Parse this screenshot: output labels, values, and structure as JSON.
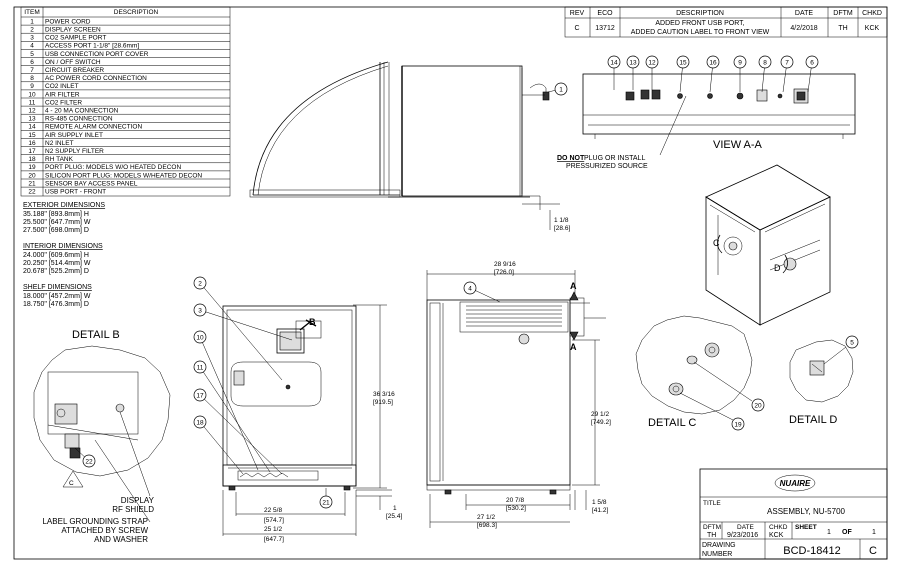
{
  "item_table": {
    "headers": {
      "item": "ITEM",
      "description": "DESCRIPTION"
    },
    "rows": [
      {
        "item": "1",
        "description": "POWER CORD"
      },
      {
        "item": "2",
        "description": "DISPLAY SCREEN"
      },
      {
        "item": "3",
        "description": "CO2 SAMPLE PORT"
      },
      {
        "item": "4",
        "description": "ACCESS PORT 1-1/8\" [28.6mm]"
      },
      {
        "item": "5",
        "description": "USB CONNECTION PORT COVER"
      },
      {
        "item": "6",
        "description": "ON / OFF SWITCH"
      },
      {
        "item": "7",
        "description": "CIRCUIT BREAKER"
      },
      {
        "item": "8",
        "description": "AC POWER CORD CONNECTION"
      },
      {
        "item": "9",
        "description": "CO2 INLET"
      },
      {
        "item": "10",
        "description": "AIR FILTER"
      },
      {
        "item": "11",
        "description": "CO2 FILTER"
      },
      {
        "item": "12",
        "description": "4 - 20 MA CONNECTION"
      },
      {
        "item": "13",
        "description": "RS-485 CONNECTION"
      },
      {
        "item": "14",
        "description": "REMOTE ALARM CONNECTION"
      },
      {
        "item": "15",
        "description": "AIR SUPPLY INLET"
      },
      {
        "item": "16",
        "description": "N2 INLET"
      },
      {
        "item": "17",
        "description": "N2 SUPPLY FILTER"
      },
      {
        "item": "18",
        "description": "RH TANK"
      },
      {
        "item": "19",
        "description": "PORT PLUG: MODELS W/O HEATED DECON"
      },
      {
        "item": "20",
        "description": "SILICON PORT PLUG: MODELS W/HEATED DECON"
      },
      {
        "item": "21",
        "description": "SENSOR BAY ACCESS PANEL"
      },
      {
        "item": "22",
        "description": "USB PORT - FRONT"
      }
    ]
  },
  "dimensions": {
    "exterior": {
      "title": "EXTERIOR DIMENSIONS",
      "lines": [
        "35.188\" [893.8mm] H",
        "25.500\" [647.7mm] W",
        "27.500\" [698.0mm] D"
      ]
    },
    "interior": {
      "title": "INTERIOR DIMENSIONS",
      "lines": [
        "24.000\" [609.6mm] H",
        "20.250\" [514.4mm] W",
        "20.678\" [525.2mm] D"
      ]
    },
    "shelf": {
      "title": "SHELF DIMENSIONS",
      "lines": [
        "18.000\" [457.2mm] W",
        "18.750\" [476.3mm] D"
      ]
    }
  },
  "revision_table": {
    "headers": {
      "rev": "REV",
      "eco": "ECO",
      "description": "DESCRIPTION",
      "date": "DATE",
      "dftm": "DFTM",
      "chkd": "CHKD"
    },
    "row": {
      "rev": "C",
      "eco": "13712",
      "description_line1": "ADDED FRONT USB PORT,",
      "description_line2": "ADDED CAUTION LABEL TO FRONT VIEW",
      "date": "4/2/2018",
      "dftm": "TH",
      "chkd": "KCK"
    }
  },
  "views": {
    "view_aa": "VIEW A-A",
    "detail_b": "DETAIL  B",
    "detail_c": "DETAIL  C",
    "detail_d": "DETAIL  D",
    "section_a": "A",
    "section_b": "B",
    "section_c": "C",
    "section_d": "D"
  },
  "notes": {
    "do_not": "DO NOT",
    "caution_rest": " PLUG OR INSTALL",
    "caution_line2": "PRESSURIZED SOURCE",
    "display_shield_1": "DISPLAY",
    "display_shield_2": "RF SHIELD",
    "strap_1": "LABEL GROUNDING STRAP",
    "strap_2": "ATTACHED BY SCREW",
    "strap_3": "AND WASHER"
  },
  "dims": {
    "overall_depth": "28 9/16",
    "overall_depth_mm": "[726.0]",
    "overall_height": "36 3/16",
    "overall_height_mm": "[919.5]",
    "side_height": "29 1/2",
    "side_height_mm": "[749.2]",
    "inner_width": "22 5/8",
    "inner_width_mm": "[574.7]",
    "overall_width": "25 1/2",
    "overall_width_mm": "[647.7]",
    "foot": "1",
    "foot_mm": "[25.4]",
    "side_a": "20 7/8",
    "side_a_mm": "[530.2]",
    "side_b": "27 1/2",
    "side_b_mm": "[698.3]",
    "side_c": "1 5/8",
    "side_c_mm": "[41.2]",
    "port": "1 1/8",
    "port_mm": "[28.6]"
  },
  "callouts": [
    "1",
    "2",
    "3",
    "4",
    "5",
    "6",
    "7",
    "8",
    "9",
    "10",
    "11",
    "12",
    "13",
    "14",
    "15",
    "16",
    "17",
    "18",
    "19",
    "20",
    "21",
    "22"
  ],
  "title_block": {
    "logo": "NUAIRE",
    "title_label": "TITLE",
    "title": "ASSEMBLY, NU-5700",
    "dftm_label": "DFTM",
    "dftm": "TH",
    "date_label": "DATE",
    "date": "9/23/2016",
    "chkd_label": "CHKD",
    "chkd": "KCK",
    "sheet_label": "SHEET",
    "sheet": "1",
    "of_label": "OF",
    "of": "1",
    "drawing_label_1": "DRAWING",
    "drawing_label_2": "NUMBER",
    "drawing_number": "BCD-18412",
    "rev": "C"
  }
}
